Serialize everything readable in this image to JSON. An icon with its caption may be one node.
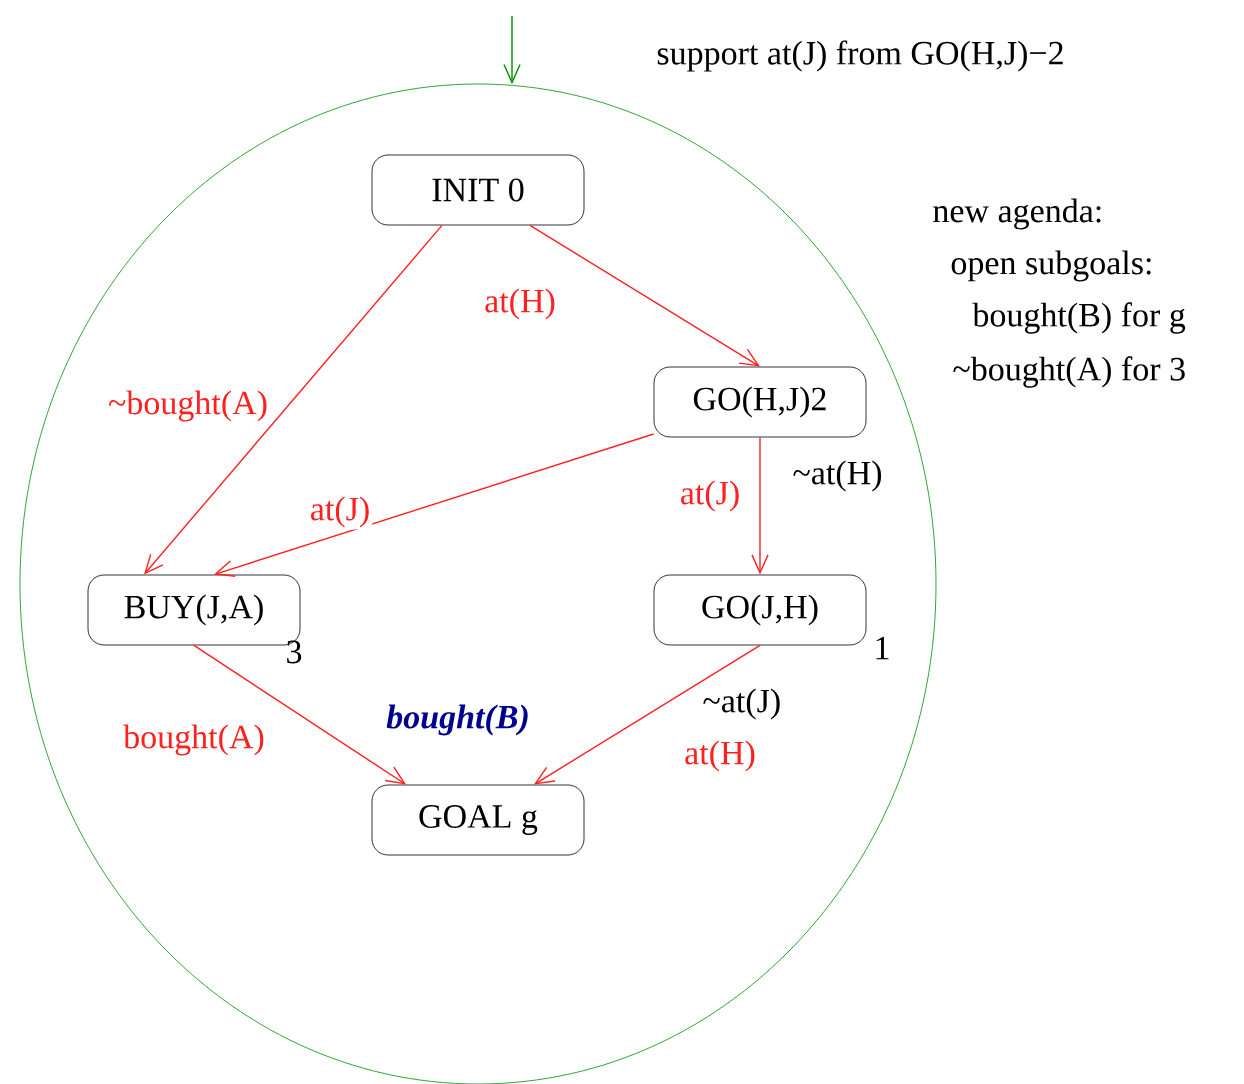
{
  "diagram": {
    "nodes": [
      {
        "text": [],
        "shape": "circle"
      },
      {
        "text": [
          "INIT 0"
        ],
        "in": 0
      },
      {
        "text": [
          "GO(H,J)2"
        ],
        "in": 0
      },
      {
        "text": [
          "BUY(J,A)"
        ],
        "beside": [
          "3"
        ],
        "in": 0
      },
      {
        "text": [
          "GO(J,H)"
        ],
        "beside": [
          "1"
        ],
        "in": 0
      },
      {
        "text": [
          "GOAL g"
        ],
        "in": 0
      }
    ],
    "edges": [
      {
        "from": null,
        "to": 0,
        "arrow": "to",
        "color": "#008f00"
      },
      {
        "from": 1,
        "to": 3,
        "arrow": "to",
        "label": "~bought(A)"
      },
      {
        "from": 1,
        "to": 2,
        "arrow": "to",
        "label": "at(H)"
      },
      {
        "from": 2,
        "to": 3,
        "arrow": "to",
        "label": "at(J)"
      },
      {
        "from": 2,
        "to": 4,
        "arrow": "to",
        "label": "at(J)"
      },
      {
        "from": 3,
        "to": 5,
        "arrow": "to",
        "label": "bought(A)"
      },
      {
        "from": 4,
        "to": 5,
        "arrow": "to",
        "label": "at(H)"
      }
    ],
    "labels": [
      "support at(J) from GO(H,J)−2",
      "new agenda:",
      "open subgoals:",
      "bought(B) for g",
      "~bought(A) for 3",
      "~at(H)",
      "~at(J)",
      "bought(B)"
    ]
  }
}
